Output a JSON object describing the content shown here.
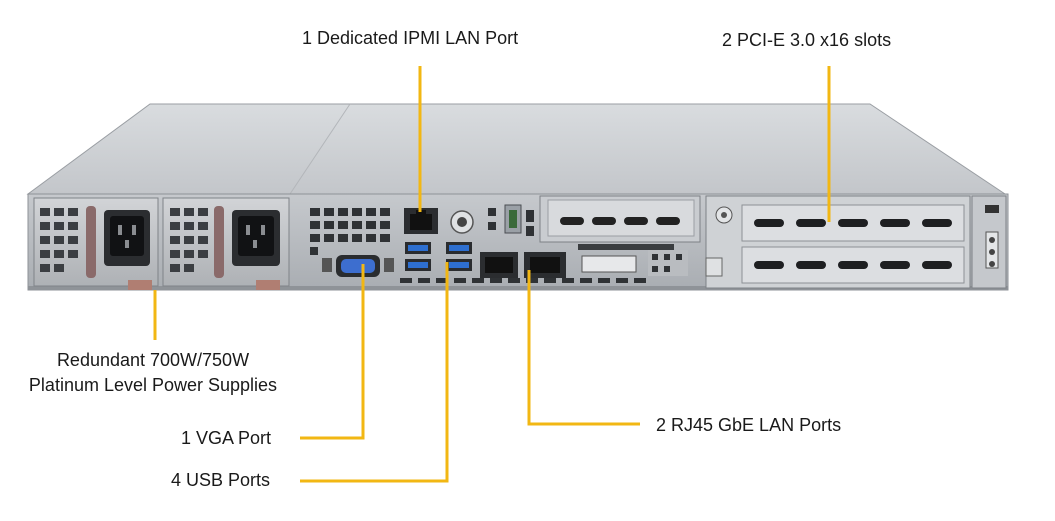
{
  "callouts": {
    "ipmi": "1 Dedicated IPMI LAN Port",
    "pcie": "2 PCI-E 3.0 x16 slots",
    "psu_line1": "Redundant 700W/750W",
    "psu_line2": "Platinum Level Power Supplies",
    "vga": "1 VGA Port",
    "usb": "4 USB Ports",
    "lan": "2 RJ45 GbE LAN Ports"
  },
  "colors": {
    "leader": "#F2B713",
    "chassis_top": "#CBCED1",
    "chassis_face": "#B9BCC0",
    "port_blue": "#2E6FD0"
  }
}
